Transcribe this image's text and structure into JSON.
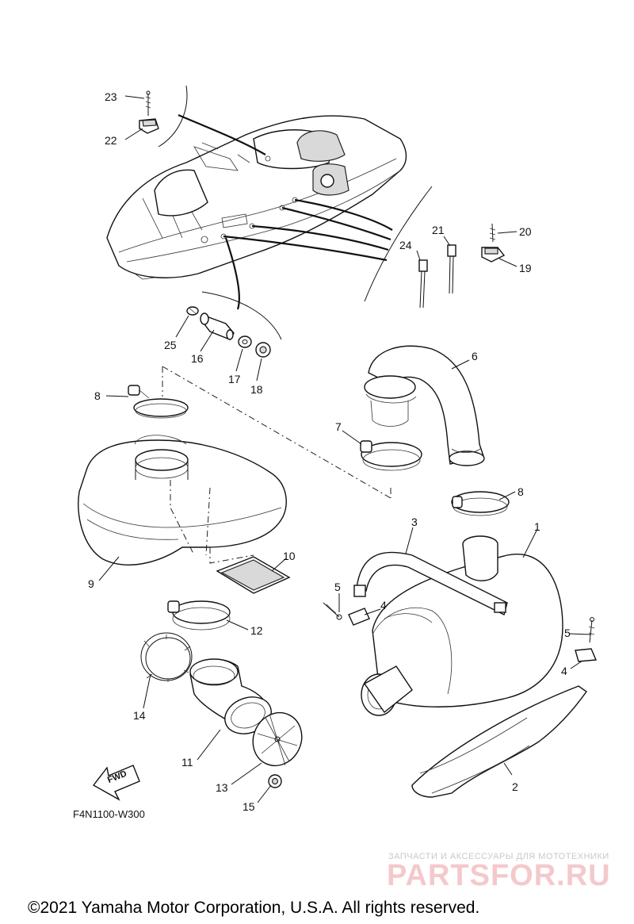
{
  "diagram": {
    "part_labels": [
      {
        "id": "p23",
        "text": "23"
      },
      {
        "id": "p22",
        "text": "22"
      },
      {
        "id": "p24",
        "text": "24"
      },
      {
        "id": "p21",
        "text": "21"
      },
      {
        "id": "p20",
        "text": "20"
      },
      {
        "id": "p19",
        "text": "19"
      },
      {
        "id": "p25",
        "text": "25"
      },
      {
        "id": "p16",
        "text": "16"
      },
      {
        "id": "p17",
        "text": "17"
      },
      {
        "id": "p18",
        "text": "18"
      },
      {
        "id": "p6",
        "text": "6"
      },
      {
        "id": "p8a",
        "text": "8"
      },
      {
        "id": "p7",
        "text": "7"
      },
      {
        "id": "p8b",
        "text": "8"
      },
      {
        "id": "p3",
        "text": "3"
      },
      {
        "id": "p1",
        "text": "1"
      },
      {
        "id": "p10",
        "text": "10"
      },
      {
        "id": "p9",
        "text": "9"
      },
      {
        "id": "p5a",
        "text": "5"
      },
      {
        "id": "p4a",
        "text": "4"
      },
      {
        "id": "p12",
        "text": "12"
      },
      {
        "id": "p5b",
        "text": "5"
      },
      {
        "id": "p4b",
        "text": "4"
      },
      {
        "id": "p14",
        "text": "14"
      },
      {
        "id": "p11",
        "text": "11"
      },
      {
        "id": "p2",
        "text": "2"
      },
      {
        "id": "p13",
        "text": "13"
      },
      {
        "id": "p15",
        "text": "15"
      }
    ],
    "fwd_label": "FWD",
    "diagram_code": "F4N1100-W300",
    "copyright": "©2021 Yamaha Motor Corporation, U.S.A. All rights reserved.",
    "watermark": {
      "tagline": "ЗАПЧАСТИ И АКСЕССУАРЫ ДЛЯ МОТОТЕХНИКИ",
      "brand": "PARTSFOR.RU"
    }
  }
}
